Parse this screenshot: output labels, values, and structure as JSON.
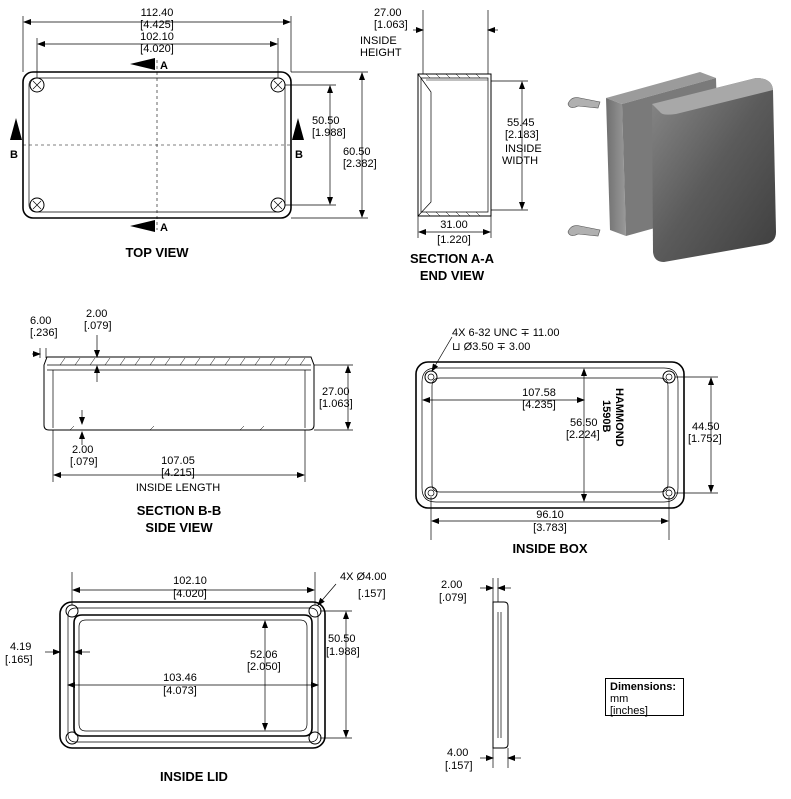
{
  "views": {
    "top_view": {
      "title": "TOP VIEW",
      "overall_length": "112.40",
      "overall_length_in": "[4.425]",
      "hole_spacing_length": "102.10",
      "hole_spacing_length_in": "[4.020]",
      "hole_spacing_width": "50.50",
      "hole_spacing_width_in": "[1.988]",
      "overall_width": "60.50",
      "overall_width_in": "[2.382]",
      "section_a": "A",
      "section_b": "B"
    },
    "end_view": {
      "title_line1": "SECTION A-A",
      "title_line2": "END VIEW",
      "inside_height": "27.00",
      "inside_height_in": "[1.063]",
      "inside_height_label1": "INSIDE",
      "inside_height_label2": "HEIGHT",
      "inside_width": "55.45",
      "inside_width_in": "[2.183]",
      "inside_width_label1": "INSIDE",
      "inside_width_label2": "WIDTH",
      "depth": "31.00",
      "depth_in": "[1.220]"
    },
    "side_view": {
      "title_line1": "SECTION B-B",
      "title_line2": "SIDE VIEW",
      "lip": "6.00",
      "lip_in": "[.236]",
      "wall_top": "2.00",
      "wall_top_in": "[.079]",
      "height": "27.00",
      "height_in": "[1.063]",
      "wall_bottom": "2.00",
      "wall_bottom_in": "[.079]",
      "inside_length": "107.05",
      "inside_length_in": "[4.215]",
      "inside_length_label": "INSIDE LENGTH"
    },
    "inside_box": {
      "title": "INSIDE BOX",
      "thread_note": "4X 6-32 UNC ∓ 11.00",
      "counterbore_note": "⊔ Ø3.50 ∓ 3.00",
      "inner_length": "107.58",
      "inner_length_in": "[4.235]",
      "inner_width": "56.50",
      "inner_width_in": "[2.224]",
      "hole_spacing_width": "44.50",
      "hole_spacing_width_in": "[1.752]",
      "hole_spacing_length": "96.10",
      "hole_spacing_length_in": "[3.783]",
      "brand_line1": "HAMMOND",
      "brand_line2": "1590B"
    },
    "inside_lid": {
      "title": "INSIDE LID",
      "hole_spacing_length": "102.10",
      "hole_spacing_length_in": "[4.020]",
      "hole_note": "4X Ø4.00",
      "hole_note_in": "[.157]",
      "edge_offset": "4.19",
      "edge_offset_in": "[.165]",
      "inner_width": "52.06",
      "inner_width_in": "[2.050]",
      "hole_spacing_width": "50.50",
      "hole_spacing_width_in": "[1.988]",
      "inner_length": "103.46",
      "inner_length_in": "[4.073]"
    },
    "lid_section": {
      "thickness": "2.00",
      "thickness_in": "[.079]",
      "overall": "4.00",
      "overall_in": "[.157]"
    }
  },
  "legend": {
    "title": "Dimensions:",
    "unit_primary": "mm",
    "unit_secondary": "[inches]"
  }
}
